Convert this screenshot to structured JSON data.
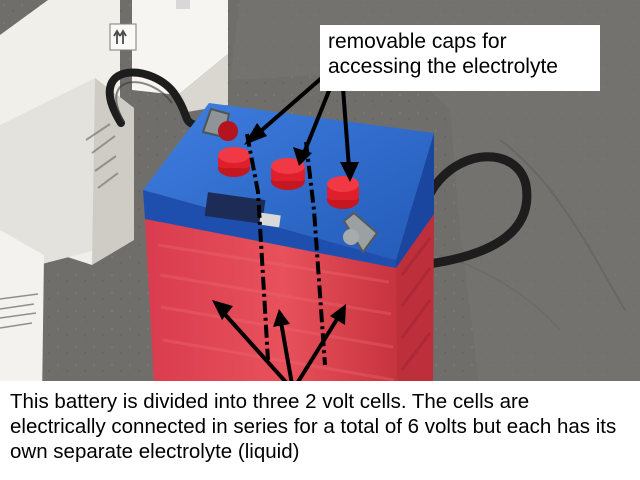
{
  "annotations": {
    "top_label": "removable caps for accessing the electrolyte",
    "bottom_label": "This battery is divided into three 2 volt cells. The cells are electrically connected in series for a total of 6 volts but each has its own separate electrolyte (liquid)"
  },
  "colors": {
    "battery_top": "#2f6fd0",
    "battery_body": "#e64a55",
    "caps": "#e01f2c",
    "annotation_text": "#000000",
    "annotation_background": "#ffffff",
    "cables": "#1d1d1d"
  },
  "objects": [
    "battery",
    "removable-caps",
    "cell-divider-lines",
    "battery-cables",
    "cardboard-boxes",
    "concrete-floor"
  ]
}
